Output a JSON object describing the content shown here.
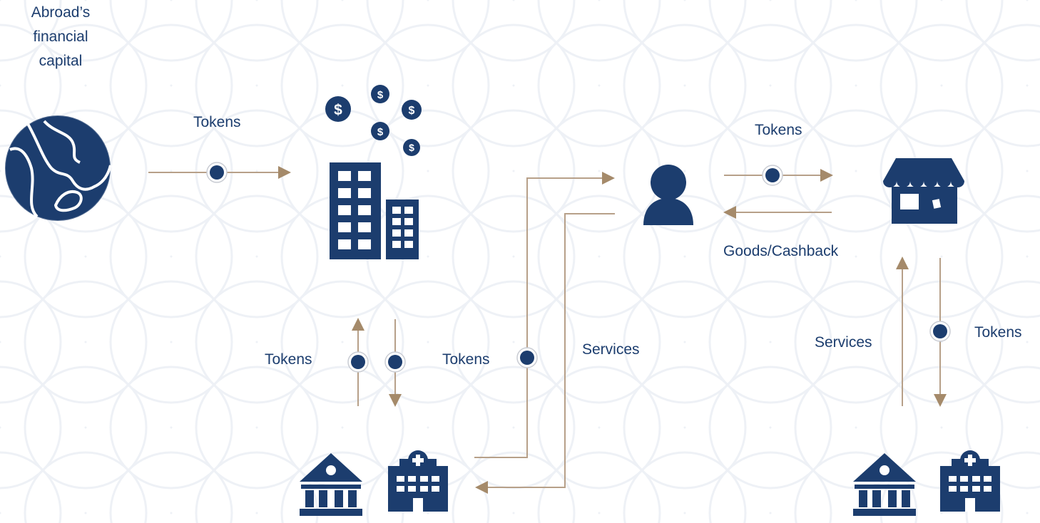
{
  "labels": {
    "abroad_capital_line1": "Abroad’s",
    "abroad_capital_line2": "financial",
    "abroad_capital_line3": "capital",
    "tokens_top_left": "Tokens",
    "tokens_top_right": "Tokens",
    "goods_cashback": "Goods/Cashback",
    "tokens_mid_left_a": "Tokens",
    "tokens_mid_left_b": "Tokens",
    "services_mid": "Services",
    "services_right": "Services",
    "tokens_right": "Tokens"
  },
  "icons": {
    "globe": "globe-icon",
    "bank_building": "office-buildings-icon",
    "coins": "dollar-coin-icon",
    "person": "person-icon",
    "shop": "shop-icon",
    "government": "government-building-icon",
    "hospital": "hospital-icon"
  },
  "colors": {
    "navy": "#1c3d6e",
    "arrow": "#a58a6a",
    "line": "#b7a089",
    "pattern": "#eef1f6"
  }
}
